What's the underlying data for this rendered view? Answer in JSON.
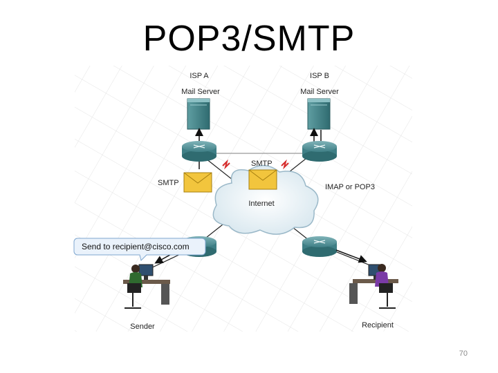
{
  "slide": {
    "title": "POP3/SMTP",
    "page_number": "70"
  },
  "diagram": {
    "isp_a": {
      "name": "ISP A",
      "server_label": "Mail Server"
    },
    "isp_b": {
      "name": "ISP B",
      "server_label": "Mail Server"
    },
    "cloud_label": "Internet",
    "protocols": {
      "left": "SMTP",
      "center": "SMTP",
      "right": "IMAP or POP3"
    },
    "callout": "Send to recipient@cisco.com",
    "sender_label": "Sender",
    "recipient_label": "Recipient",
    "colors": {
      "server": "#4a8a8e",
      "router": "#3f7f86",
      "envelope": "#f2c53d",
      "link_red": "#d62b2b",
      "callout_bg": "#eaf2fb"
    }
  }
}
